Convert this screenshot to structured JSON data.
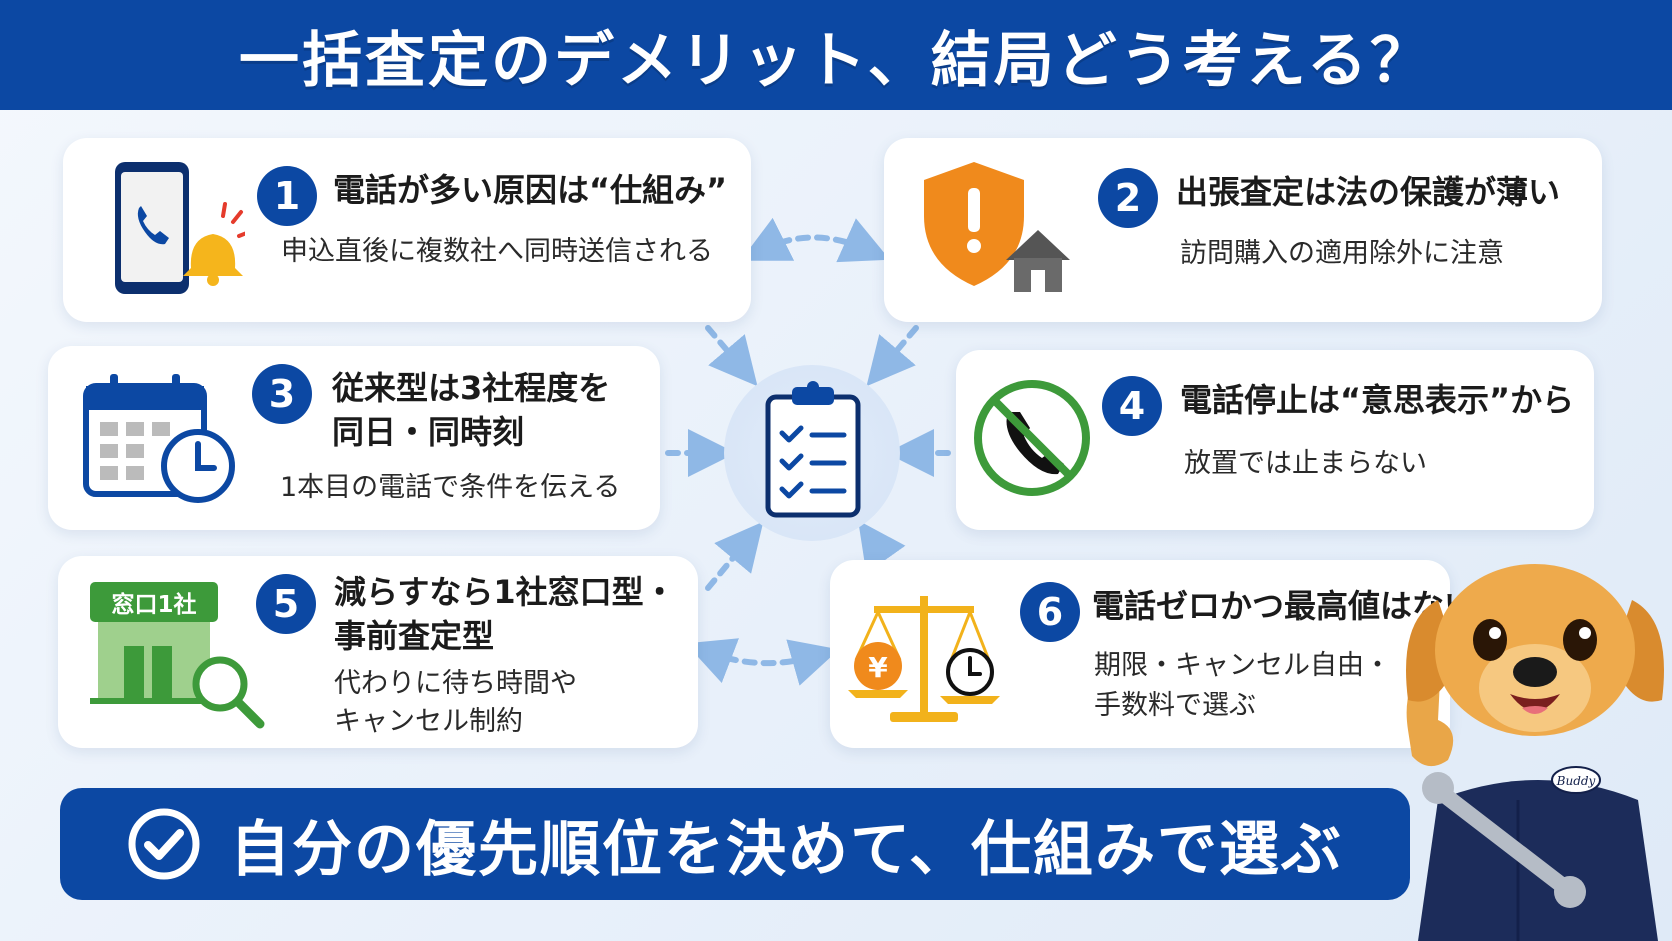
{
  "header": {
    "title": "一括査定のデメリット、結局どう考える？"
  },
  "cards": [
    {
      "num": "1",
      "title": "電話が多い原因は“仕組み”",
      "desc": "申込直後に複数社へ同時送信される"
    },
    {
      "num": "2",
      "title": "出張査定は法の保護が薄い",
      "desc": "訪問購入の適用除外に注意"
    },
    {
      "num": "3",
      "title_line1": "従来型は3社程度を",
      "title_line2": "同日・同時刻",
      "desc": "1本目の電話で条件を伝える"
    },
    {
      "num": "4",
      "title": "電話停止は“意思表示”から",
      "desc": "放置では止まらない"
    },
    {
      "num": "5",
      "title_line1": "減らすなら1社窓口型・",
      "title_line2": "事前査定型",
      "desc_line1": "代わりに待ち時間や",
      "desc_line2": "キャンセル制約",
      "icon_label": "窓口1社"
    },
    {
      "num": "6",
      "title": "電話ゼロかつ最高値はない",
      "desc_line1": "期限・キャンセル自由・",
      "desc_line2": "手数料で選ぶ",
      "icon_label": "¥"
    }
  ],
  "bottom": {
    "text": "自分の優先順位を決めて、仕組みで選ぶ"
  },
  "mascot": {
    "badge": "Buddy"
  },
  "colors": {
    "primary": "#0c48a3",
    "orange": "#f08a1c",
    "green": "#3d9a3a",
    "gold": "#f2b21b"
  }
}
